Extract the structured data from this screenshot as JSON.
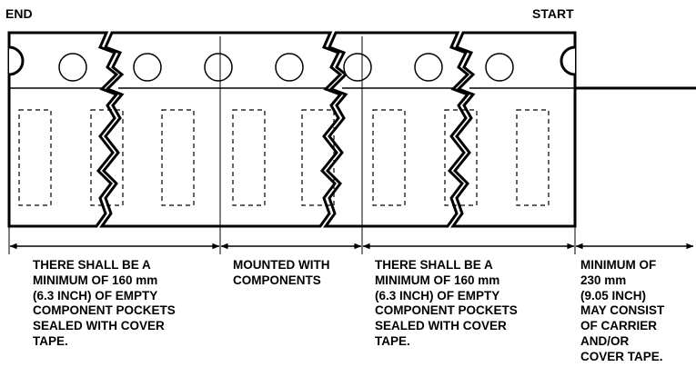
{
  "labels": {
    "end": "END",
    "start": "START"
  },
  "notes": [
    {
      "lines": [
        "THERE SHALL BE A",
        "MINIMUM OF 160 mm",
        "(6.3 INCH) OF EMPTY",
        "COMPONENT POCKETS",
        "SEALED WITH COVER",
        "TAPE."
      ]
    },
    {
      "lines": [
        "MOUNTED WITH",
        "COMPONENTS"
      ]
    },
    {
      "lines": [
        "THERE SHALL BE A",
        "MINIMUM OF 160 mm",
        "(6.3 INCH) OF EMPTY",
        "COMPONENT POCKETS",
        "SEALED WITH COVER",
        "TAPE."
      ]
    },
    {
      "lines": [
        "MINIMUM OF",
        "230 mm",
        "(9.05 INCH)",
        "MAY CONSIST",
        "OF CARRIER",
        "AND/OR",
        "COVER TAPE."
      ]
    }
  ]
}
